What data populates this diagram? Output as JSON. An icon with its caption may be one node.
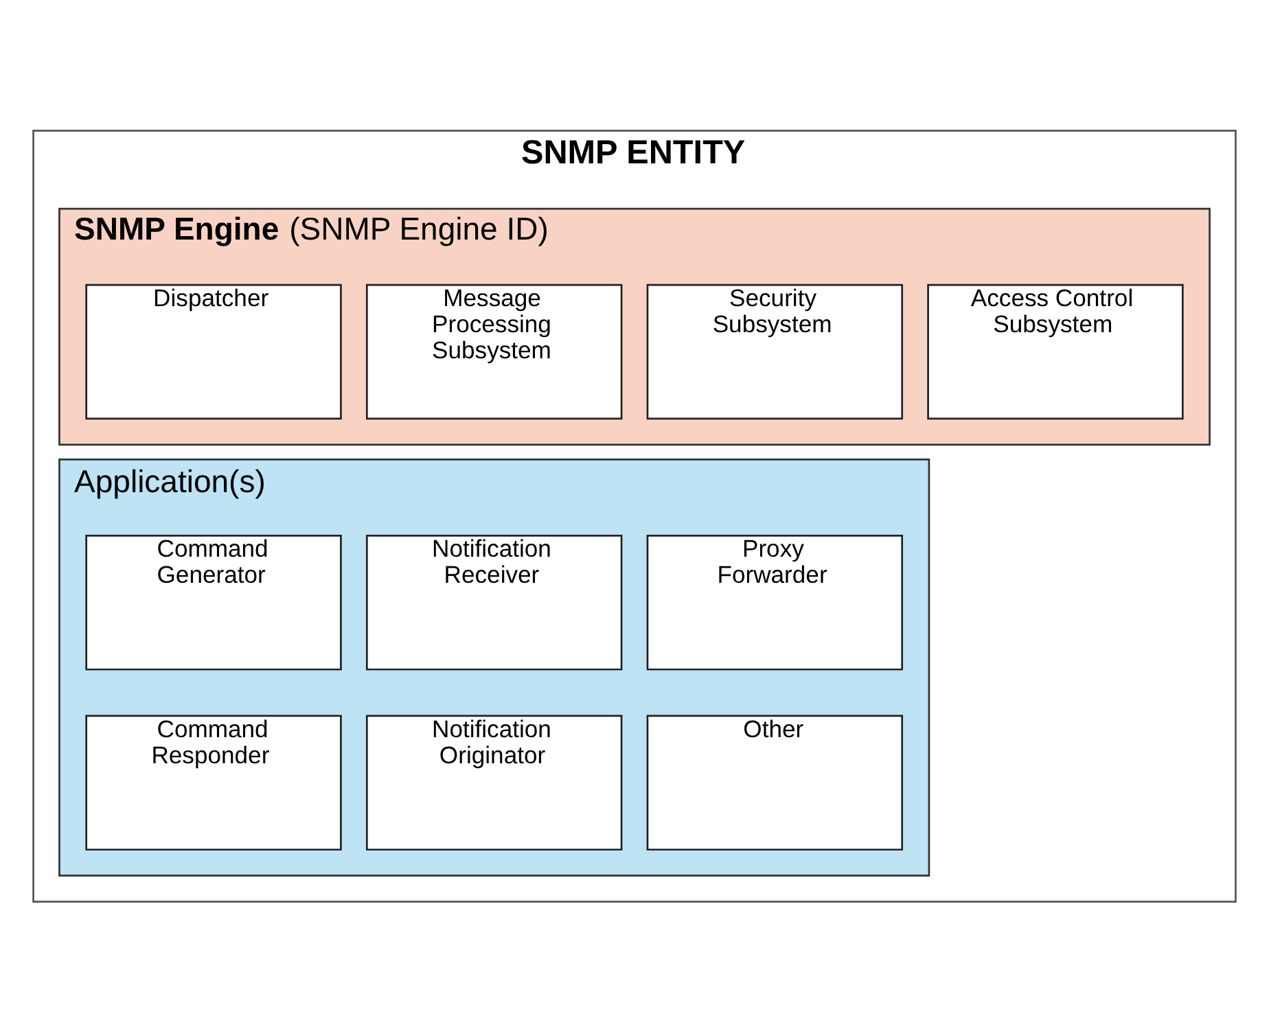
{
  "diagram": {
    "nodes": [
      {
        "text": [
          "SNMP ENTITY"
        ]
      },
      {
        "text": [
          "**SNMP Engine** (SNMP Engine ID)"
        ],
        "in": 0
      },
      {
        "text": [
          "Dispatcher"
        ],
        "in": 1
      },
      {
        "text": [
          "Message Processing Subsystem"
        ],
        "in": 1
      },
      {
        "text": [
          "Security Subsystem"
        ],
        "in": 1
      },
      {
        "text": [
          "Access Control Subsystem"
        ],
        "in": 1
      },
      {
        "text": [
          "Application(s)"
        ],
        "in": 0
      },
      {
        "text": [
          "Command Generator"
        ],
        "in": 6
      },
      {
        "text": [
          "Notification Receiver"
        ],
        "in": 6
      },
      {
        "text": [
          "Proxy Forwarder"
        ],
        "in": 6
      },
      {
        "text": [
          "Command Responder"
        ],
        "in": 6
      },
      {
        "text": [
          "Notification Originator"
        ],
        "in": 6
      },
      {
        "text": [
          "Other"
        ],
        "in": 6
      }
    ],
    "edges": []
  }
}
